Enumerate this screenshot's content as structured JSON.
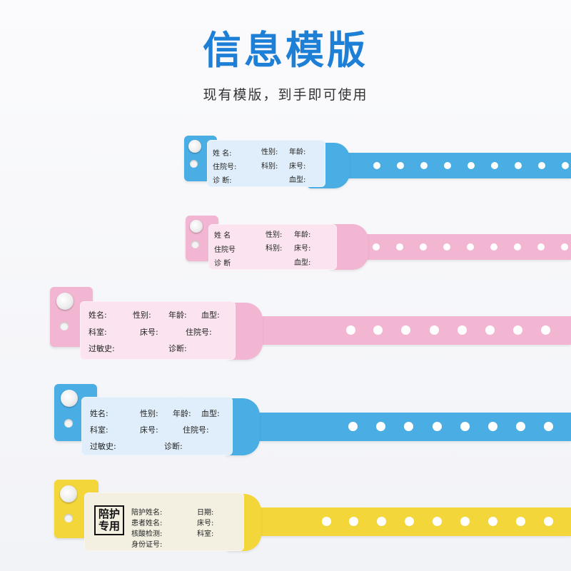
{
  "heading": {
    "title": "信息模版",
    "subtitle": "现有模版，到手即可使用"
  },
  "colors": {
    "title": "#1e7fd6",
    "blue_band": "#4aaee4",
    "pink_band": "#f2b6d2",
    "yellow_band": "#f3d63a",
    "label_blue": "#dfeefa",
    "label_pink": "#fbe4ef",
    "label_cream": "#f3f0e2"
  },
  "bands": [
    {
      "color": "blue",
      "fields": {
        "name": "姓 名:",
        "gender": "性别:",
        "age": "年龄:",
        "inpatient": "住院号:",
        "dept": "科别:",
        "bed": "床号:",
        "diagnosis": "诊 断:",
        "blood": "血型:"
      }
    },
    {
      "color": "pink",
      "fields": {
        "name": "姓 名",
        "gender": "性别:",
        "age": "年龄:",
        "inpatient": "住院号",
        "dept": "科别:",
        "bed": "床号:",
        "diagnosis": "诊 断",
        "blood": "血型:"
      }
    },
    {
      "color": "pink",
      "fields": {
        "name": "姓名:",
        "gender": "性别:",
        "age": "年龄:",
        "blood": "血型:",
        "dept": "科室:",
        "bed": "床号:",
        "inpatient": "住院号:",
        "allergy": "过敏史:",
        "diagnosis": "诊断:"
      }
    },
    {
      "color": "blue",
      "fields": {
        "name": "姓名:",
        "gender": "性别:",
        "age": "年龄:",
        "blood": "血型:",
        "dept": "科室:",
        "bed": "床号:",
        "inpatient": "住院号:",
        "allergy": "过敏史:",
        "diagnosis": "诊断:"
      }
    },
    {
      "color": "yellow",
      "escort_tag": "陪护专用",
      "fields": {
        "escort_name": "陪护姓名:",
        "patient_name": "患者姓名:",
        "test": "核酸检测:",
        "id_no": "身份证号:",
        "date": "日期:",
        "bed": "床号:",
        "dept": "科室:"
      }
    }
  ]
}
